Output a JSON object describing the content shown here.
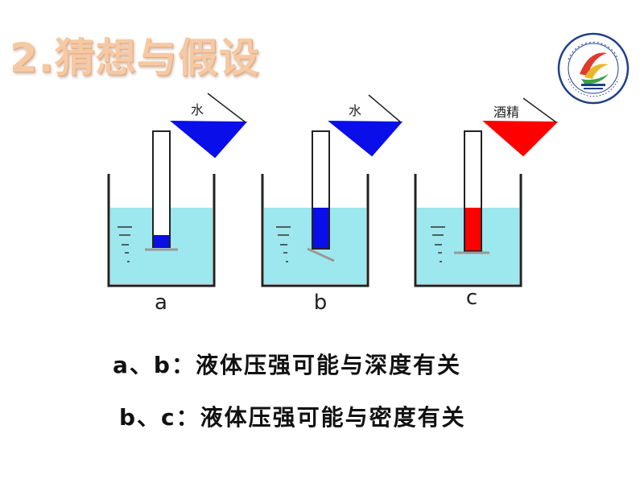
{
  "title": "2.猜想与假设",
  "colors": {
    "title": "#f5c9a4",
    "water": "#9de7ee",
    "water_column": "#0a0ee8",
    "alcohol_column": "#ff0000",
    "wall": "#222222",
    "piston": "#999999"
  },
  "logo": {
    "icon": "school-emblem-icon"
  },
  "beakers": [
    {
      "id": "a",
      "label": "a",
      "flask_label": "水",
      "column_color": "#0a0ee8",
      "flask_color": "#0a0ee8"
    },
    {
      "id": "b",
      "label": "b",
      "flask_label": "水",
      "column_color": "#0a0ee8",
      "flask_color": "#0a0ee8"
    },
    {
      "id": "c",
      "label": "c",
      "flask_label": "酒精",
      "column_color": "#ff0000",
      "flask_color": "#ff0000"
    }
  ],
  "conclusions": [
    "a、b：液体压强可能与深度有关",
    "b、c：液体压强可能与密度有关"
  ]
}
